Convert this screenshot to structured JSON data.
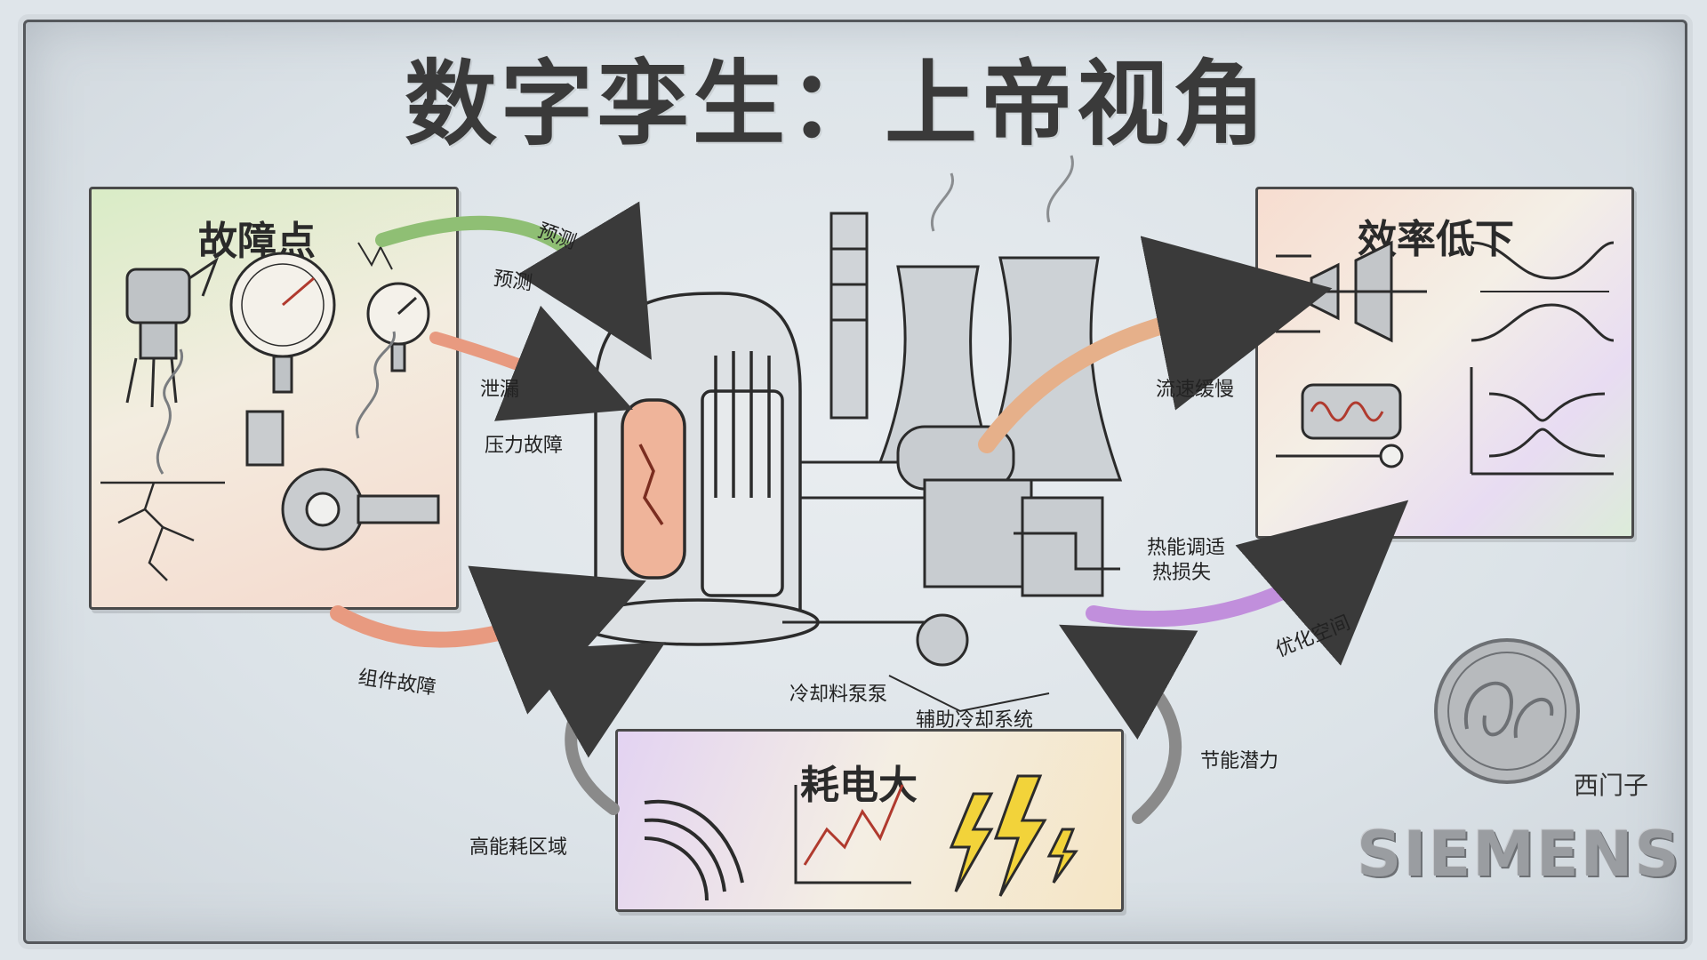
{
  "title": "数字孪生：上帝视角",
  "panels": {
    "fault": {
      "title": "故障点"
    },
    "efficiency": {
      "title": "效率低下"
    },
    "power": {
      "title": "耗电大"
    }
  },
  "labels": {
    "predict_a": "预测",
    "predict_b": "预测",
    "leak": "泄漏",
    "pressure_fault": "压力故障",
    "component_fault": "组件故障",
    "slow_flow": "流速缓慢",
    "heat_loss_a": "热能调适",
    "heat_loss_b": "热损失",
    "optimize": "优化空间",
    "coolant_pump": "冷却料泵泵",
    "aux_cooling": "辅助冷却系统",
    "saving_potential": "节能潜力",
    "high_energy_zone": "高能耗区域"
  },
  "brands": {
    "ge_caption": "西门子",
    "siemens": "SIEMENS"
  },
  "colors": {
    "ink": "#2b2b2b",
    "fault_arrow": "#e89a80",
    "predict_arrow": "#8fbf74",
    "efficiency_arrow": "#e6b08a",
    "optimize_arrow": "#c18fdc",
    "return_arrow": "#8a8a8a"
  },
  "icons": [
    "valve-icon",
    "pressure-gauge-icon",
    "crack-icon",
    "leaking-pipe-icon",
    "turbine-icon",
    "pipe-constriction-icon",
    "heat-exchanger-icon",
    "flow-diagram-icon",
    "cable-icon",
    "line-chart-icon",
    "lightning-icon",
    "ge-logo-icon"
  ]
}
